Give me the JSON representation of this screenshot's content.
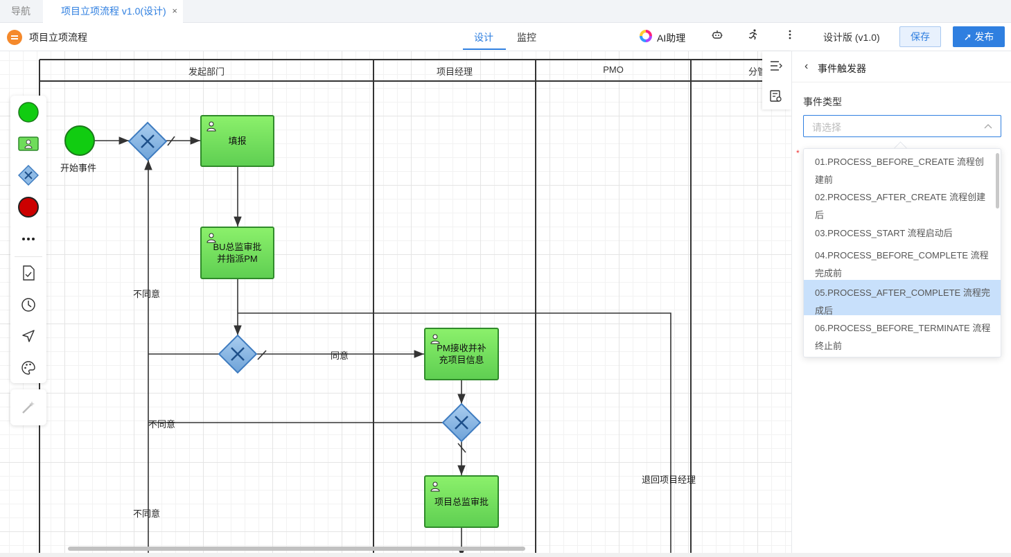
{
  "tabs": {
    "nav_label": "导航",
    "active_label": "项目立项流程 v1.0(设计)",
    "close_glyph": "×"
  },
  "header": {
    "title": "项目立项流程",
    "mode_tabs": [
      "设计",
      "监控"
    ],
    "ai_label": "AI助理",
    "version_label": "设计版 (v1.0)",
    "save_label": "保存",
    "publish_label": "发布",
    "icons": [
      "robot-icon",
      "run-icon",
      "more-vert-icon"
    ]
  },
  "lanes": [
    "发起部门",
    "项目经理",
    "PMO",
    "分管"
  ],
  "nodes": {
    "start_label": "开始事件",
    "task_fill": "填报",
    "task_bu": "BU总监审批并指派PM",
    "task_pm": "PM接收并补充项目信息",
    "task_director": "项目总监审批"
  },
  "flow_labels": {
    "disagree_1": "不同意",
    "agree": "同意",
    "disagree_2": "不同意",
    "disagree_3": "不同意",
    "return_pm": "退回项目经理"
  },
  "panel": {
    "back_glyph": "‹",
    "title": "事件触发器",
    "field_label": "事件类型",
    "placeholder": "请选择",
    "required_mark": "*",
    "options": [
      "01.PROCESS_BEFORE_CREATE 流程创建前",
      "02.PROCESS_AFTER_CREATE 流程创建后",
      "03.PROCESS_START 流程启动后",
      "04.PROCESS_BEFORE_COMPLETE 流程完成前",
      "05.PROCESS_AFTER_COMPLETE 流程完成后",
      "06.PROCESS_BEFORE_TERMINATE 流程终止前"
    ],
    "selected_index": 4
  },
  "colors": {
    "accent": "#2f7fe0",
    "task_green": "#6fdc5a",
    "start_green": "#11cc11",
    "end_red": "#cc0000",
    "gateway_blue": "#7fb0e0"
  }
}
